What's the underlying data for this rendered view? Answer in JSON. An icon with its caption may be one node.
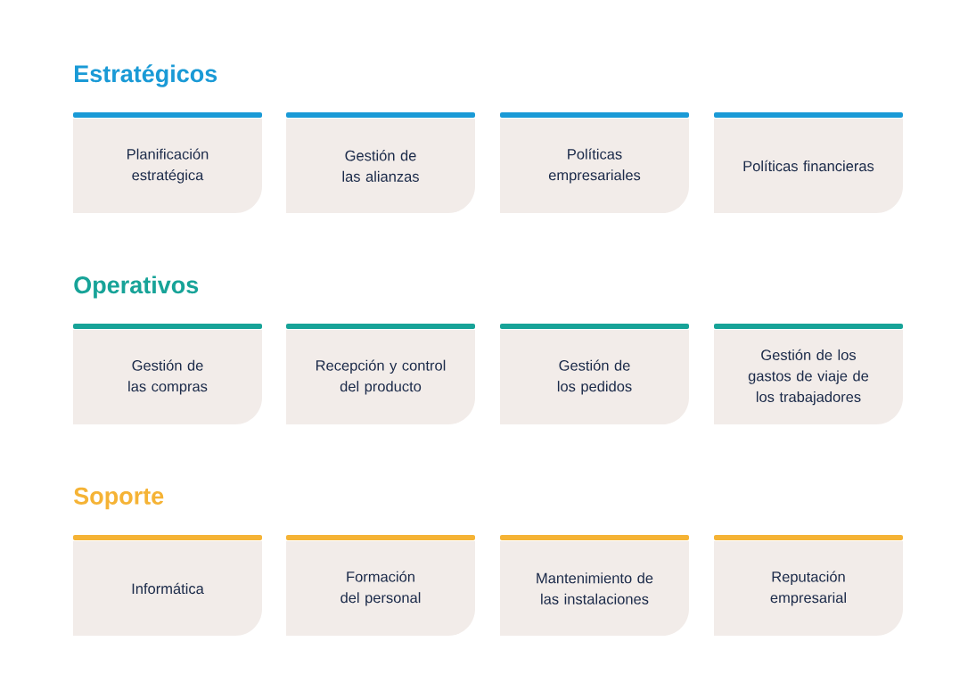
{
  "diagram": {
    "nodes": [
      {
        "text": [
          "Planificación estratégica"
        ]
      },
      {
        "text": [
          "Gestión de las alianzas"
        ]
      },
      {
        "text": [
          "Políticas empresariales"
        ]
      },
      {
        "text": [
          "Políticas financieras"
        ]
      },
      {
        "text": [
          "Gestión de las compras"
        ]
      },
      {
        "text": [
          "Recepción y control del producto"
        ]
      },
      {
        "text": [
          "Gestión de los pedidos"
        ]
      },
      {
        "text": [
          "Gestión de los gastos de viaje de los trabajadores"
        ]
      },
      {
        "text": [
          "Informática"
        ]
      },
      {
        "text": [
          "Formación del personal"
        ]
      },
      {
        "text": [
          "Mantenimiento de las instalaciones"
        ]
      },
      {
        "text": [
          "Reputación empresarial"
        ]
      }
    ],
    "labels": [
      "Estratégicos",
      "Operativos",
      "Soporte"
    ]
  }
}
